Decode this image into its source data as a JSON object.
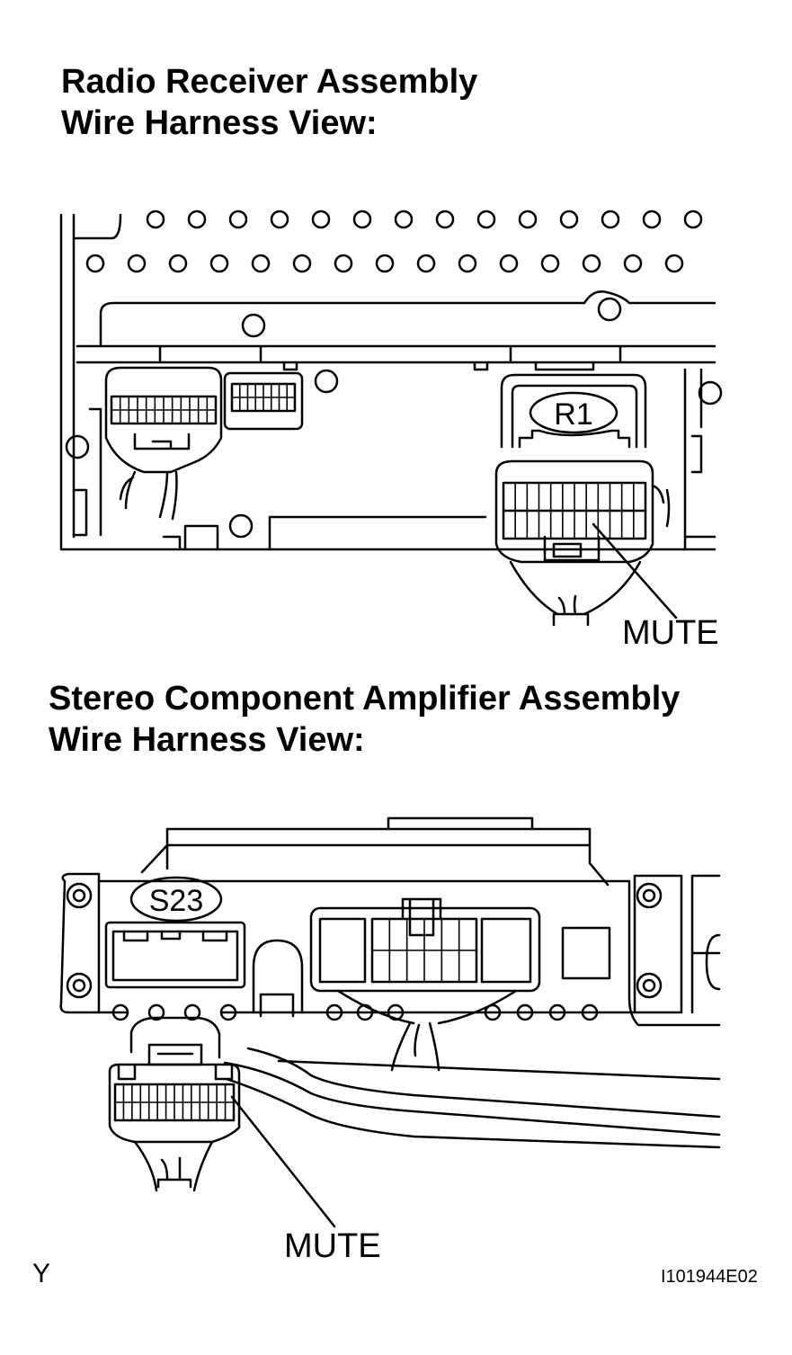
{
  "sections": [
    {
      "title_line1": "Radio Receiver Assembly",
      "title_line2": "Wire Harness View:",
      "connector_id": "R1",
      "pin_label": "MUTE"
    },
    {
      "title_line1": "Stereo Component Amplifier Assembly",
      "title_line2": "Wire Harness View:",
      "connector_id": "S23",
      "pin_label": "MUTE"
    }
  ],
  "footer": {
    "letter": "Y",
    "figure_id": "I101944E02"
  }
}
